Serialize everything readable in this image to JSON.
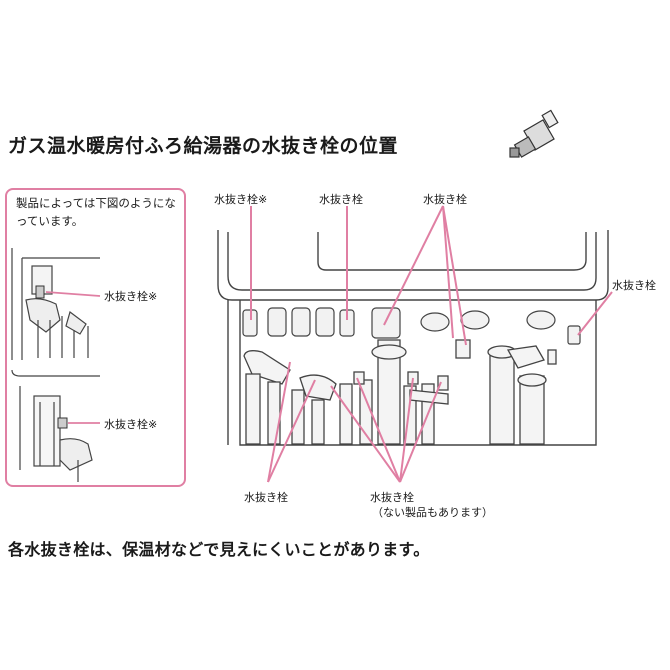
{
  "title": "ガス温水暖房付ふろ給湯器の水抜き栓の位置",
  "note": {
    "text": "製品によっては下図のようになっています。",
    "label_top": "水抜き栓※",
    "label_bottom": "水抜き栓※"
  },
  "labels": {
    "top_left": "水抜き栓※",
    "top_middle": "水抜き栓",
    "top_right": "水抜き栓",
    "far_right": "水抜き栓",
    "bottom_left": "水抜き栓",
    "bottom_right": "水抜き栓",
    "bottom_right_note": "（ない製品もあります）"
  },
  "caption": "各水抜き栓は、保温材などで見えにくいことがあります。",
  "colors": {
    "callout": "#e07fa3",
    "line": "#555555"
  },
  "icons": {
    "drain_plug": "drain-plug-icon"
  }
}
